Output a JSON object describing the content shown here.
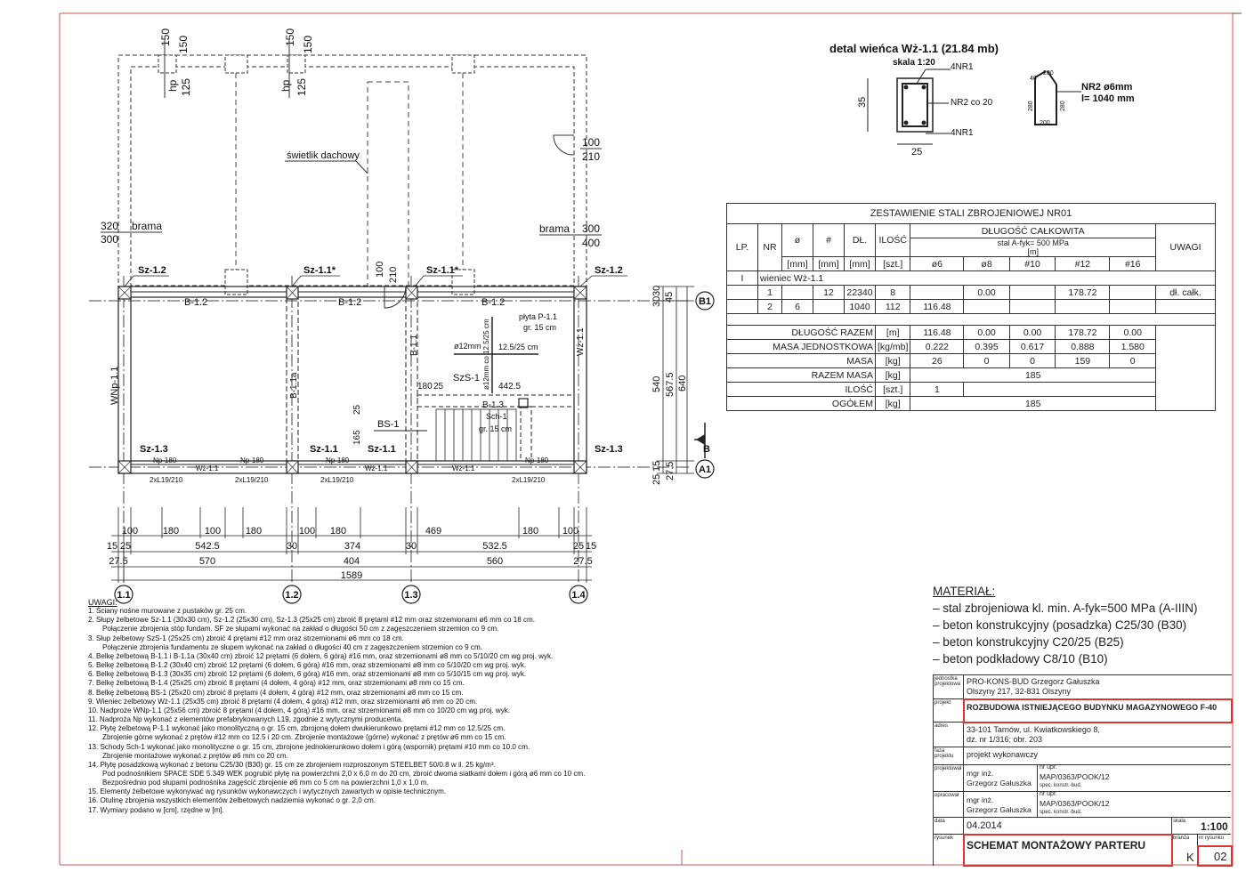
{
  "detail": {
    "title": "detal wieńca Wż-1.1 (21.84 mb)",
    "scale": "skala 1:20",
    "labels": [
      "4NR1",
      "NR2 co 20",
      "4NR1"
    ],
    "dim_h": "35",
    "dim_w": "25",
    "stirrup_label": "NR2 ø6mm",
    "stirrup_length": "l= 1040 mm",
    "stirrup_dims": [
      "40",
      "200",
      "280",
      "280",
      "200"
    ]
  },
  "plan": {
    "skylight": "świetlik dachowy",
    "gate_left": [
      "320",
      "brama",
      "300"
    ],
    "gate_right": [
      "brama",
      "300",
      "400"
    ],
    "hp_left": [
      "hp",
      "150",
      "125",
      "150"
    ],
    "hp_mid": [
      "hp",
      "150",
      "125",
      "150"
    ],
    "door_dims": [
      "100",
      "210"
    ],
    "door_mid": [
      "100",
      "210"
    ],
    "columns_top": [
      "Sz-1.2",
      "Sz-1.1*",
      "Sz-1.1*",
      "Sz-1.2"
    ],
    "beams_top": [
      "B-1.2",
      "B-1.2",
      "B-1.2"
    ],
    "columns_bottom": [
      "Sz-1.3",
      "Sz-1.1",
      "Sz-1.1",
      "Sz-1.3"
    ],
    "wnp": "WNp-1.1",
    "wz": "Wż-1.1",
    "beam_v": [
      "B-1.1a",
      "B-1.1"
    ],
    "slab": [
      "płyta P-1.1",
      "gr. 15 cm"
    ],
    "rebar": [
      "ø12mm co 12.5/25 cm",
      "12.5/25 cm",
      "ø12mm"
    ],
    "level": "442.5",
    "szs": "SzS-1",
    "bs": "BS-1",
    "b13": "B-1.3",
    "sch": [
      "Sch-1",
      "gr. 15 cm"
    ],
    "np": [
      "Np-180",
      "Np-180",
      "Np-180",
      "Np-180"
    ],
    "lintels": [
      "2xL19/210",
      "2xL19/210",
      "2xL19/210",
      "2xL19/210"
    ],
    "small_dims": [
      "180",
      "25",
      "25",
      "165"
    ],
    "right_dims": [
      "30",
      "30",
      "45",
      "540",
      "567.5",
      "640",
      "15",
      "25",
      "27.5"
    ],
    "axes": [
      "B1",
      "A1",
      "1.1",
      "1.2",
      "1.3",
      "1.4"
    ],
    "section_mark": "B",
    "dim_row1": [
      "100",
      "180",
      "100",
      "180",
      "100",
      "180",
      "469",
      "180",
      "100"
    ],
    "dim_row2": [
      "15",
      "25",
      "542.5",
      "30",
      "374",
      "30",
      "532.5",
      "25",
      "15"
    ],
    "dim_row3": [
      "27.5",
      "570",
      "404",
      "560",
      "27.5"
    ],
    "dim_total": "1589"
  },
  "steel_table": {
    "title": "ZESTAWIENIE STALI ZBROJENIOWEJ NR01",
    "headers": [
      "LP.",
      "NR",
      "ø",
      "#",
      "DŁ.",
      "ILOŚĆ",
      "DŁUGOŚĆ CAŁKOWITA",
      "UWAGI"
    ],
    "steel_class": "stal A-fyk= 500 MPa",
    "units": [
      "[mm]",
      "[mm]",
      "[mm]",
      "[szt.]",
      "[m]"
    ],
    "diameters": [
      "ø6",
      "ø8",
      "#10",
      "#12",
      "#16"
    ],
    "group": [
      "I",
      "wieniec Wż-1.1"
    ],
    "rows": [
      [
        "",
        "1",
        "",
        "12",
        "22340",
        "8",
        "",
        "0.00",
        "",
        "178.72",
        "",
        "dł. całk."
      ],
      [
        "",
        "2",
        "6",
        "",
        "1040",
        "112",
        "116.48",
        "",
        "",
        "",
        "",
        ""
      ]
    ],
    "summary": [
      {
        "label": "DŁUGOŚĆ RAZEM",
        "unit": "[m]",
        "vals": [
          "116.48",
          "0.00",
          "0.00",
          "178.72",
          "0.00"
        ]
      },
      {
        "label": "MASA JEDNOSTKOWA",
        "unit": "[kg/mb]",
        "vals": [
          "0.222",
          "0.395",
          "0.617",
          "0.888",
          "1.580"
        ]
      },
      {
        "label": "MASA",
        "unit": "[kg]",
        "vals": [
          "26",
          "0",
          "0",
          "159",
          "0"
        ]
      },
      {
        "label": "RAZEM MASA",
        "unit": "[kg]",
        "total": "185"
      },
      {
        "label": "ILOŚĆ",
        "unit": "[szt.]",
        "count": "1"
      },
      {
        "label": "OGÓŁEM",
        "unit": "[kg]",
        "total": "185"
      }
    ]
  },
  "notes": {
    "title": "UWAGI:",
    "lines": [
      {
        "t": "1. Ściany nośne murowane z pustaków gr. 25 cm.",
        "c": false
      },
      {
        "t": "2. Słupy żelbetowe Sz-1.1 (30x30 cm), Sz-1.2 (25x30 cm), Sz-1.3 (25x25 cm) zbroić 8 prętami #12 mm oraz strzemionami ø6 mm co 18 cm.",
        "c": false
      },
      {
        "t": "Połączenie zbrojenia stóp fundam. SF ze słupami wykonać na zakład o długości 50 cm z zagęszczeniem strzemion co 9 cm.",
        "c": true
      },
      {
        "t": "3. Słup żelbetowy SzS-1 (25x25 cm) zbroić 4 prętami #12 mm oraz strzemionami ø6 mm co 18 cm.",
        "c": false
      },
      {
        "t": "Połączenie zbrojenia fundamentu ze słupem wykonać na zakład o długości 40 cm z zagęszczeniem strzemion co 9 cm.",
        "c": true
      },
      {
        "t": "4. Belkę żelbetową B-1.1 i B-1.1a (30x40 cm) zbroić 12 prętami (6 dołem, 6 górą) #16 mm, oraz strzemionami ø8 mm co 5/10/20 cm wg proj. wyk.",
        "c": false
      },
      {
        "t": "5. Belkę żelbetową B-1.2 (30x40 cm) zbroić 12 prętami (6 dołem, 6 górą) #16 mm, oraz strzemionami ø8 mm co 5/10/20 cm wg proj. wyk.",
        "c": false
      },
      {
        "t": "6. Belkę żelbetową B-1.3 (30x35 cm) zbroić 12 prętami (6 dołem, 6 górą) #16 mm, oraz strzemionami ø8 mm co 5/10/15 cm wg proj. wyk.",
        "c": false
      },
      {
        "t": "7. Belkę żelbetową B-1.4 (25x25 cm) zbroić 8 prętami (4 dołem, 4 górą) #12 mm, oraz strzemionami ø8 mm co 15 cm.",
        "c": false
      },
      {
        "t": "8. Belkę żelbetową BS-1 (25x20 cm) zbroić 8 prętami (4 dołem, 4 górą) #12 mm, oraz strzemionami ø8 mm co 15 cm.",
        "c": false
      },
      {
        "t": "9. Wieniec żelbetowy Wż-1.1 (25x35 cm) zbroić 8 prętami (4 dołem, 4 górą) #12 mm, oraz strzemionami ø6 mm co 20 cm.",
        "c": false
      },
      {
        "t": "10. Nadproże WNp-1.1 (25x56 cm) zbroić 8 prętami (4 dołem, 4 górą) #16 mm, oraz strzemionami ø8 mm co 10/20 cm wg proj. wyk.",
        "c": false
      },
      {
        "t": "11. Nadproża Np wykonać z elementów prefabrykowanych L19, zgodnie z wytycznymi producenta.",
        "c": false
      },
      {
        "t": "12. Płytę żelbetową P-1.1 wykonać jako monolityczną o gr. 15 cm, zbrojoną dołem dwukierunkowo prętami #12 mm co 12.5/25 cm.",
        "c": false
      },
      {
        "t": "Zbrojenie górne wykonać z prętów #12 mm co 12.5 i 20 cm. Zbrojenie montażowe (górne) wykonać z prętów ø6 mm co 15 cm.",
        "c": true
      },
      {
        "t": "13. Schody Sch-1 wykonać jako monolityczne o gr. 15 cm, zbrojone jednokierunkowo dołem i górą (wspornik) prętami #10 mm co 10.0 cm.",
        "c": false
      },
      {
        "t": "Zbrojenie montażowe wykonać z prętów ø6 mm co 20 cm.",
        "c": true
      },
      {
        "t": "14. Płytę posadzkową wykonać z betonu C25/30 (B30) gr. 15 cm ze zbrojeniem rozproszonym STEELBET 50/0.8 w il. 25 kg/m³.",
        "c": false
      },
      {
        "t": "Pod podnośnikiem SPACE SDE 5.349 WEK pogrubić płytę na powierzchni 2,0 x 6,0 m do 20 cm, zbroić dwoma siatkami dołem i górą ø6 mm co 10 cm.",
        "c": true
      },
      {
        "t": "Bezpośrednio pod słupami podnośnika zagęścić zbrojenie ø6 mm co 5 cm na powierzchni 1,0 x 1,0 m.",
        "c": true
      },
      {
        "t": "15. Elementy żelbetowe wykonywać wg rysunków wykonawczych i wytycznych zawartych w opisie technicznym.",
        "c": false
      },
      {
        "t": "16. Otulinę zbrojenia wszystkich elementów żelbetowych nadziemia wykonać o gr. 2,0 cm.",
        "c": false
      },
      {
        "t": "17. Wymiary podano w [cm], rzędne w [m].",
        "c": false
      }
    ]
  },
  "material": {
    "title": "MATERIAŁ:",
    "items": [
      "– stal zbrojeniowa kl. min. A-fyk=500 MPa (A-IIIN)",
      "– beton konstrukcyjny (posadzka) C25/30 (B30)",
      "– beton konstrukcyjny C20/25 (B25)",
      "– beton podkładowy C8/10 (B10)"
    ]
  },
  "title_block": {
    "labels": {
      "unit": "jednostka projektowa",
      "project": "projekt",
      "address": "adres",
      "phase": "faza projektu",
      "designer": "projektował",
      "drafter": "opracował",
      "date": "data",
      "scale": "skala",
      "drawing": "rysunek",
      "branch": "branża",
      "number": "nr rysunku"
    },
    "company": [
      "PRO-KONS-BUD Grzegorz Gałuszka",
      "Olszyny 217, 32-831 Olszyny"
    ],
    "project": "ROZBUDOWA ISTNIEJĄCEGO BUDYNKU MAGAZYNOWEGO F-40",
    "address": [
      "33-101 Tarnów, ul. Kwiatkowskiego 8,",
      "dz. nr 1/316; obr. 203"
    ],
    "phase": "projekt wykonawczy",
    "designer": [
      "mgr inż.",
      "Grzegorz Gałuszka"
    ],
    "designer_perm": [
      "nr upr.",
      "MAP/0363/POOK/12",
      "spec. konstr.-bud."
    ],
    "drafter": [
      "mgr inż.",
      "Grzegorz Gałuszka"
    ],
    "drafter_perm": [
      "nr upr.",
      "MAP/0363/POOK/12",
      "spec. konstr.-bud."
    ],
    "date": "04.2014",
    "scale": "1:100",
    "drawing": "SCHEMAT MONTAŻOWY PARTERU",
    "branch": "K",
    "number": "02"
  }
}
